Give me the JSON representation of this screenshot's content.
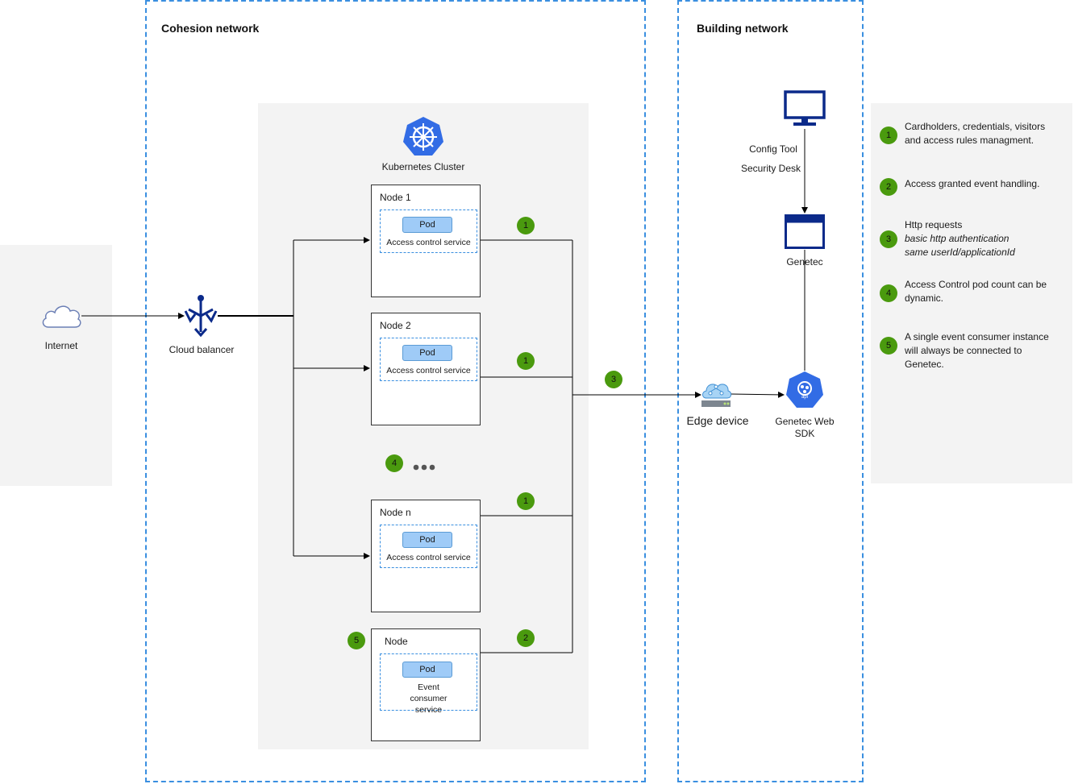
{
  "zones": {
    "cohesion_title": "Cohesion network",
    "building_title": "Building network"
  },
  "internet": {
    "label": "Internet"
  },
  "cloud_balancer": {
    "label": "Cloud balancer"
  },
  "cluster": {
    "label": "Kubernetes Cluster"
  },
  "nodes": [
    {
      "title": "Node 1",
      "pod": "Pod",
      "service": "Access control service",
      "badge": "1"
    },
    {
      "title": "Node 2",
      "pod": "Pod",
      "service": "Access control service",
      "badge": "1"
    },
    {
      "title": "Node n",
      "pod": "Pod",
      "service": "Access control service",
      "badge": "1"
    },
    {
      "title": "Node",
      "pod": "Pod",
      "service": "Event consumer service",
      "badge": "2",
      "side_badge": "5"
    }
  ],
  "dynamic_badge": "4",
  "connection_badge": "3",
  "edge_device": {
    "label": "Edge device"
  },
  "web_sdk": {
    "label": "Genetec Web SDK",
    "icon_text": "api"
  },
  "genetec": {
    "label": "Genetec"
  },
  "workstation": {
    "line1": "Config Tool",
    "line2": "Security Desk"
  },
  "legend": [
    {
      "num": "1",
      "lines": [
        "Cardholders, credentials, visitors",
        "and access rules managment."
      ]
    },
    {
      "num": "2",
      "lines": [
        "Access granted event handling."
      ]
    },
    {
      "num": "3",
      "lines": [
        "Http requests",
        "basic http authentication",
        "same userId/applicationId"
      ]
    },
    {
      "num": "4",
      "lines": [
        "Access Control pod count can be",
        "dynamic."
      ]
    },
    {
      "num": "5",
      "lines": [
        "A single event consumer instance",
        "will always be connected to",
        "Genetec."
      ]
    }
  ],
  "colors": {
    "zone_border": "#3a8fe0",
    "badge": "#4a9a0e",
    "pod_chip": "#9fcbf7",
    "navy": "#0b2a8a",
    "k8s_blue": "#326ce5"
  }
}
